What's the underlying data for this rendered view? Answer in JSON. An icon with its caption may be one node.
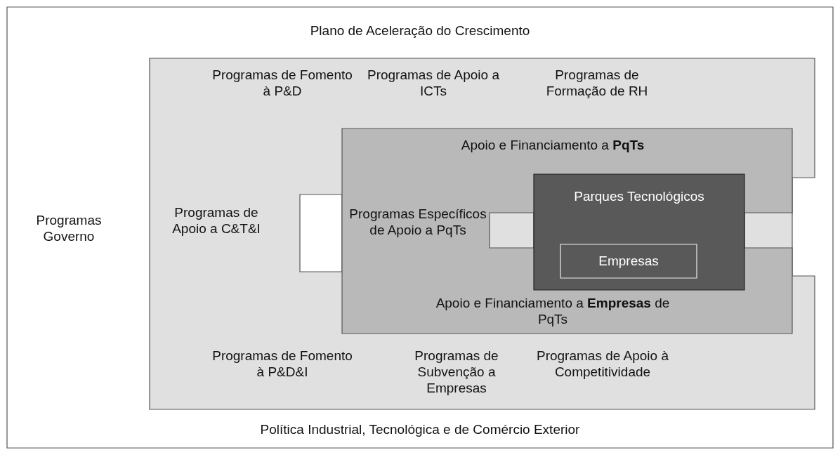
{
  "diagram": {
    "nodes": [
      {
        "text": [
          "Plano de Aceleração do Crescimento",
          "Programas Governo",
          "Política Industrial, Tecnológica e de Comércio Exterior"
        ]
      },
      {
        "text": [
          "Programas de Fomento à P&D",
          "Programas de Apoio a ICTs",
          "Programas de Formação de RH",
          "Programas de Apoio a C&T&I",
          "Programas de Fomento à P&D&I",
          "Programas de Subvenção a Empresas",
          "Programas de Apoio à Competitividade"
        ],
        "in": 0
      },
      {
        "text": [
          "Apoio e Financiamento a **PqTs**",
          "Programas Específicos de Apoio a PqTs",
          "Apoio e Financiamento a **Empresas** de PqTs"
        ],
        "in": 1
      },
      {
        "text": [
          "Parques Tecnológicos"
        ],
        "in": 2
      },
      {
        "text": [
          "Empresas"
        ],
        "in": 3
      }
    ]
  }
}
